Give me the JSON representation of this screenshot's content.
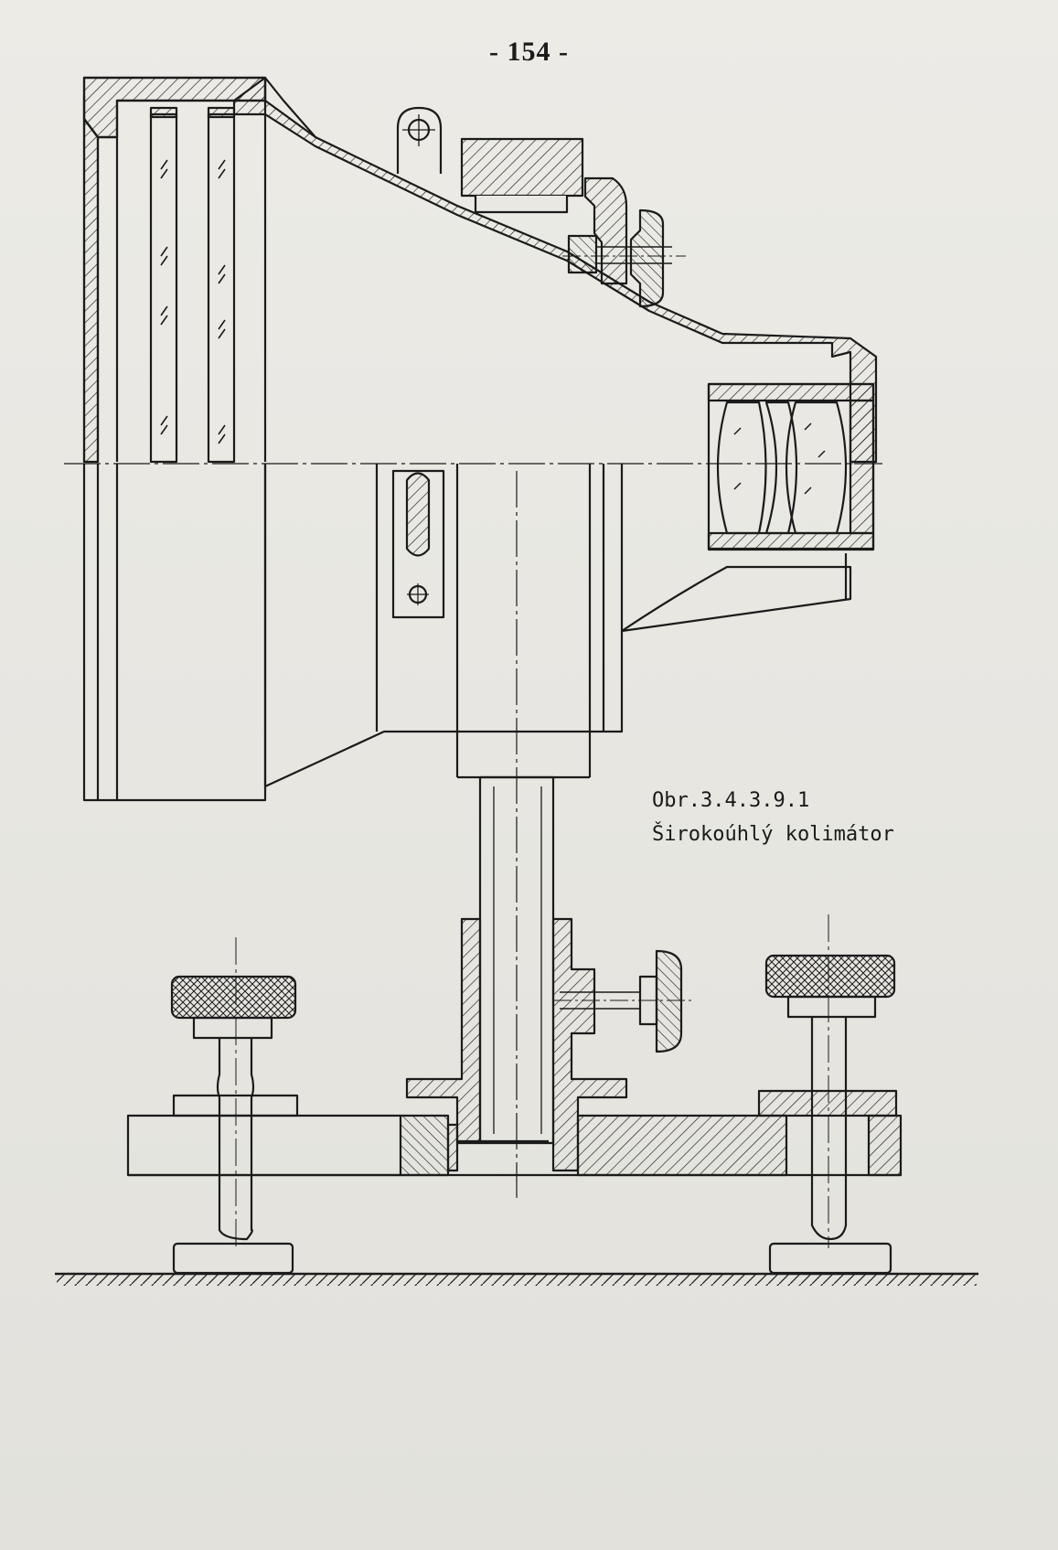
{
  "page": {
    "number": "- 154 -"
  },
  "figure": {
    "label": "Obr.3.4.3.9.1",
    "title": "Širokoúhlý kolimátor"
  },
  "colors": {
    "ink": "#1b1b1b",
    "paper": "#e9e8e3"
  }
}
